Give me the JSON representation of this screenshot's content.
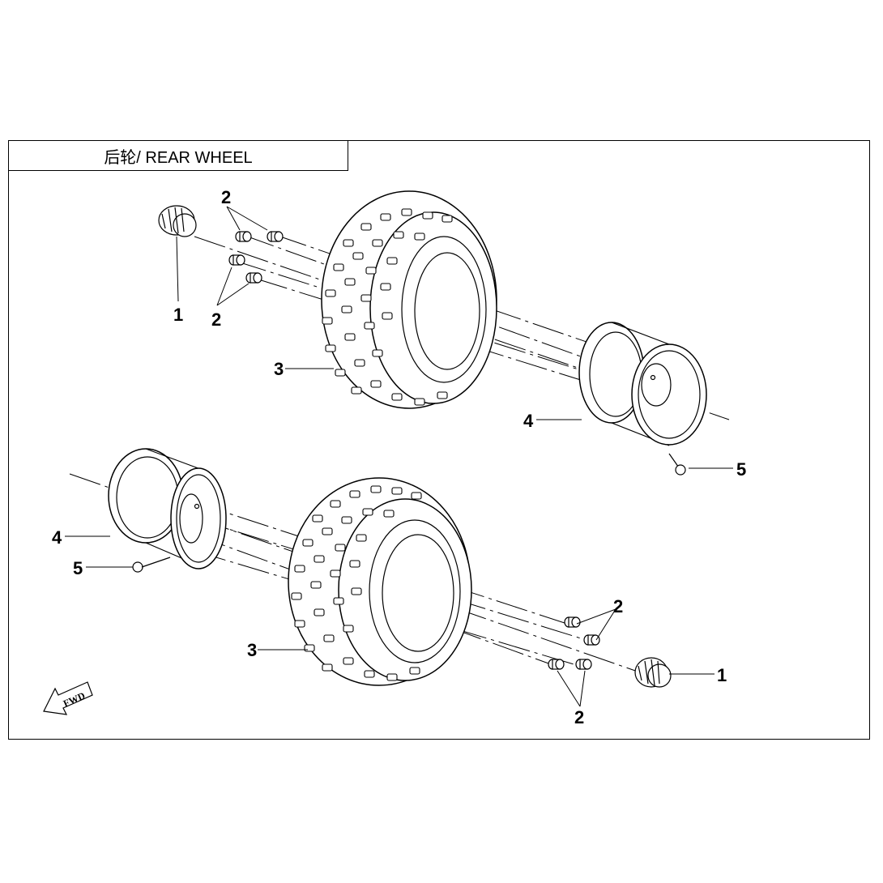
{
  "title": "后轮/ REAR WHEEL",
  "callouts": {
    "top_1": "1",
    "top_2a": "2",
    "top_2b": "2",
    "top_3": "3",
    "top_4": "4",
    "top_5": "5",
    "bot_1": "1",
    "bot_2a": "2",
    "bot_2b": "2",
    "bot_3": "3",
    "bot_4": "4",
    "bot_5": "5"
  },
  "fwd_label": "FWD",
  "colors": {
    "line": "#000000",
    "background": "#ffffff"
  }
}
